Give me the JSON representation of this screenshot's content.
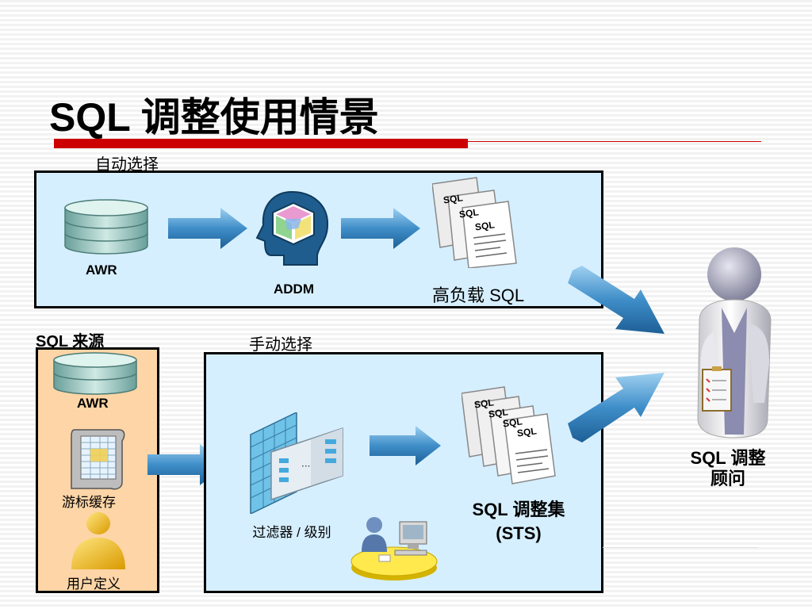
{
  "page": {
    "title": "SQL 调整使用情景",
    "colors": {
      "accent_red": "#cc0000",
      "panel_blue": "#d6efff",
      "panel_orange": "#fdd5a7",
      "arrow_blue": "#3f8ec9"
    }
  },
  "auto_section": {
    "label": "自动选择",
    "awr_label": "AWR",
    "addm_label": "ADDM",
    "high_load_label": "高负载 SQL",
    "doc_text": "SQL"
  },
  "source_section": {
    "label": "SQL 来源",
    "awr_label": "AWR",
    "cursor_cache_label": "游标缓存",
    "user_defined_label": "用户定义"
  },
  "manual_section": {
    "label": "手动选择",
    "filter_label": "过滤器 / 级别",
    "sts_label_line1": "SQL 调整集",
    "sts_label_line2": "(STS)",
    "doc_text": "SQL"
  },
  "advisor": {
    "label_line1": "SQL 调整",
    "label_line2": "顾问"
  },
  "icons": [
    "database-icon",
    "brain-cube-icon",
    "sql-documents-icon",
    "cursor-cache-icon",
    "user-icon",
    "filter-icon",
    "workstation-user-icon",
    "advisor-person-icon",
    "flow-arrow-icon"
  ]
}
